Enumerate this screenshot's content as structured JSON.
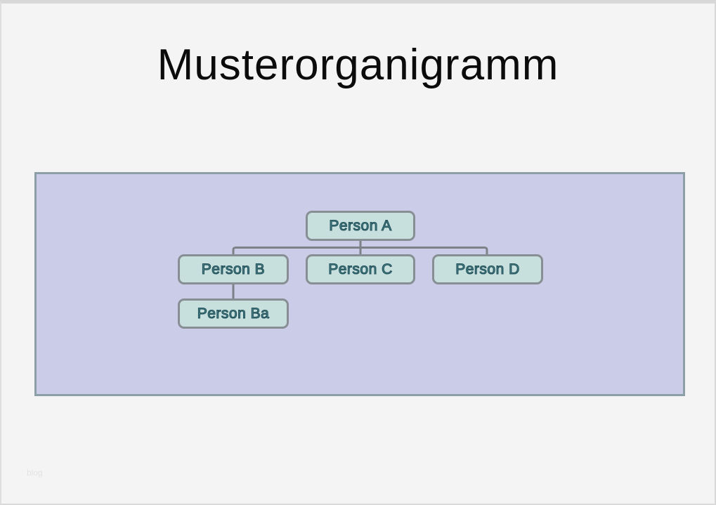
{
  "page": {
    "title": "Musterorganigramm",
    "watermark": "blog"
  },
  "org": {
    "nodes": [
      {
        "id": "A",
        "label": "Person A",
        "level": 1,
        "parent": null
      },
      {
        "id": "B",
        "label": "Person B",
        "level": 2,
        "parent": "A"
      },
      {
        "id": "C",
        "label": "Person C",
        "level": 2,
        "parent": "A"
      },
      {
        "id": "D",
        "label": "Person D",
        "level": 2,
        "parent": "A"
      },
      {
        "id": "Ba",
        "label": "Person Ba",
        "level": 3,
        "parent": "B"
      }
    ],
    "edges": [
      {
        "from": "A",
        "to": "B"
      },
      {
        "from": "A",
        "to": "C"
      },
      {
        "from": "A",
        "to": "D"
      },
      {
        "from": "B",
        "to": "Ba"
      }
    ]
  },
  "colors": {
    "background": "#f4f4f5",
    "frame_border": "#d8d8d8",
    "panel_fill": "#cbcce8",
    "panel_border": "#8d9fa6",
    "node_fill": "#c7e0de",
    "node_border": "#878f94",
    "node_text": "#4d8c93",
    "node_text_outline": "#235059",
    "connector": "#7c8287",
    "title_text": "#0b0b0b",
    "watermark_text": "#e2e2e2"
  }
}
